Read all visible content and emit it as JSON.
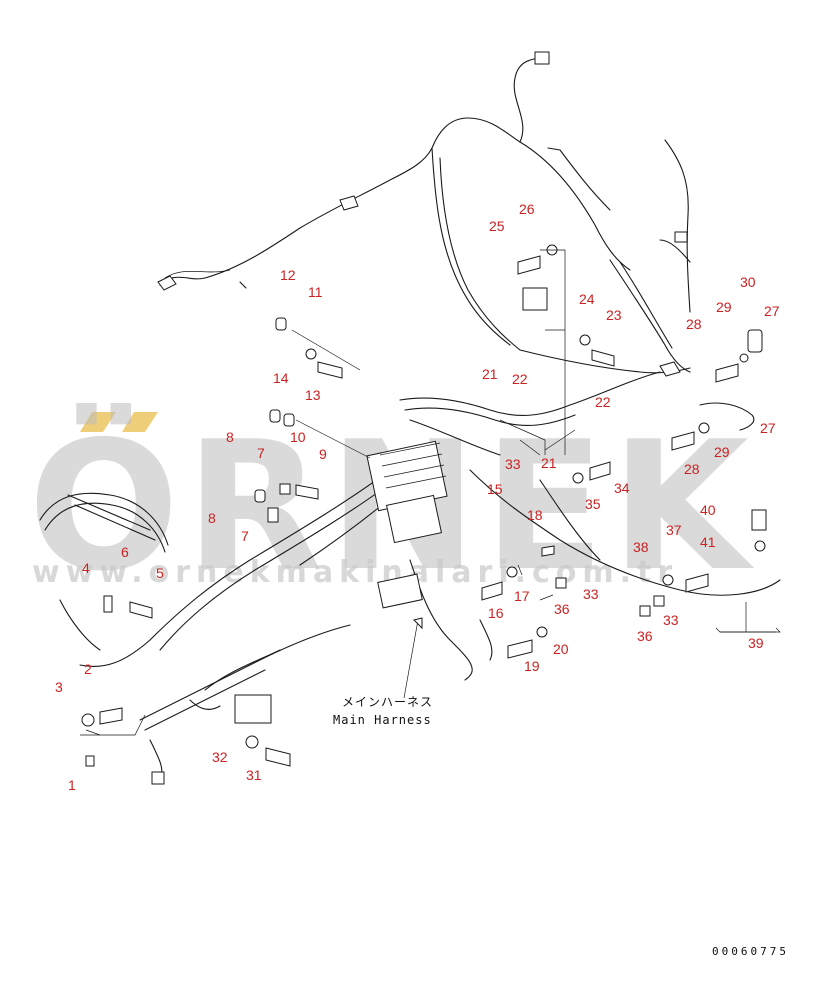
{
  "watermark": {
    "brand": "ÖRNEK",
    "url": "www.ornekmakinalari.com.tr",
    "accent_color": "#e8b941"
  },
  "caption": {
    "jp": "メインハーネス",
    "en": "Main Harness"
  },
  "drawing_code": "00060775",
  "callouts": [
    {
      "id": "c1",
      "label": "1"
    },
    {
      "id": "c2",
      "label": "2"
    },
    {
      "id": "c3",
      "label": "3"
    },
    {
      "id": "c4",
      "label": "4"
    },
    {
      "id": "c5",
      "label": "5"
    },
    {
      "id": "c6",
      "label": "6"
    },
    {
      "id": "c7a",
      "label": "7"
    },
    {
      "id": "c7b",
      "label": "7"
    },
    {
      "id": "c8a",
      "label": "8"
    },
    {
      "id": "c8b",
      "label": "8"
    },
    {
      "id": "c9",
      "label": "9"
    },
    {
      "id": "c10",
      "label": "10"
    },
    {
      "id": "c11",
      "label": "11"
    },
    {
      "id": "c12",
      "label": "12"
    },
    {
      "id": "c13",
      "label": "13"
    },
    {
      "id": "c14",
      "label": "14"
    },
    {
      "id": "c15",
      "label": "15"
    },
    {
      "id": "c16",
      "label": "16"
    },
    {
      "id": "c17",
      "label": "17"
    },
    {
      "id": "c18",
      "label": "18"
    },
    {
      "id": "c19",
      "label": "19"
    },
    {
      "id": "c20",
      "label": "20"
    },
    {
      "id": "c21a",
      "label": "21"
    },
    {
      "id": "c21b",
      "label": "21"
    },
    {
      "id": "c22a",
      "label": "22"
    },
    {
      "id": "c22b",
      "label": "22"
    },
    {
      "id": "c23",
      "label": "23"
    },
    {
      "id": "c24",
      "label": "24"
    },
    {
      "id": "c25",
      "label": "25"
    },
    {
      "id": "c26",
      "label": "26"
    },
    {
      "id": "c27a",
      "label": "27"
    },
    {
      "id": "c27b",
      "label": "27"
    },
    {
      "id": "c28a",
      "label": "28"
    },
    {
      "id": "c28b",
      "label": "28"
    },
    {
      "id": "c29a",
      "label": "29"
    },
    {
      "id": "c29b",
      "label": "29"
    },
    {
      "id": "c30",
      "label": "30"
    },
    {
      "id": "c31",
      "label": "31"
    },
    {
      "id": "c32",
      "label": "32"
    },
    {
      "id": "c33a",
      "label": "33"
    },
    {
      "id": "c33b",
      "label": "33"
    },
    {
      "id": "c33c",
      "label": "33"
    },
    {
      "id": "c34",
      "label": "34"
    },
    {
      "id": "c35",
      "label": "35"
    },
    {
      "id": "c36a",
      "label": "36"
    },
    {
      "id": "c36b",
      "label": "36"
    },
    {
      "id": "c37",
      "label": "37"
    },
    {
      "id": "c38",
      "label": "38"
    },
    {
      "id": "c39",
      "label": "39"
    },
    {
      "id": "c40",
      "label": "40"
    },
    {
      "id": "c41",
      "label": "41"
    }
  ]
}
